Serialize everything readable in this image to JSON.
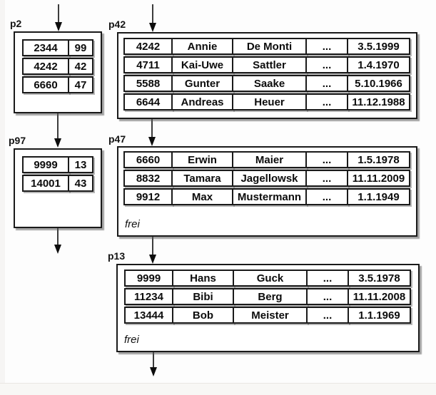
{
  "diagram": {
    "title": "linked database pages with records",
    "nodes": {
      "p2": {
        "label": "p2",
        "rows": [
          [
            "2344",
            "99"
          ],
          [
            "4242",
            "42"
          ],
          [
            "6660",
            "47"
          ]
        ]
      },
      "p42": {
        "label": "p42",
        "rows": [
          [
            "4242",
            "Annie",
            "De Monti",
            "...",
            "3.5.1999"
          ],
          [
            "4711",
            "Kai-Uwe",
            "Sattler",
            "...",
            "1.4.1970"
          ],
          [
            "5588",
            "Gunter",
            "Saake",
            "...",
            "5.10.1966"
          ],
          [
            "6644",
            "Andreas",
            "Heuer",
            "...",
            "11.12.1988"
          ]
        ]
      },
      "p97": {
        "label": "p97",
        "rows": [
          [
            "9999",
            "13"
          ],
          [
            "14001",
            "43"
          ]
        ]
      },
      "p47": {
        "label": "p47",
        "rows": [
          [
            "6660",
            "Erwin",
            "Maier",
            "...",
            "1.5.1978"
          ],
          [
            "8832",
            "Tamara",
            "Jagellowsk",
            "...",
            "11.11.2009"
          ],
          [
            "9912",
            "Max",
            "Mustermann",
            "...",
            "1.1.1949"
          ]
        ],
        "footer": "frei"
      },
      "p13": {
        "label": "p13",
        "rows": [
          [
            "9999",
            "Hans",
            "Guck",
            "...",
            "3.5.1978"
          ],
          [
            "11234",
            "Bibi",
            "Berg",
            "...",
            "11.11.2008"
          ],
          [
            "13444",
            "Bob",
            "Meister",
            "...",
            "1.1.1969"
          ]
        ],
        "footer": "frei"
      }
    },
    "edges": [
      {
        "from": "above",
        "to": "p2"
      },
      {
        "from": "above",
        "to": "p42"
      },
      {
        "from": "p2",
        "to": "p97"
      },
      {
        "from": "p42",
        "to": "p47"
      },
      {
        "from": "p97",
        "to": "below"
      },
      {
        "from": "p47",
        "to": "p13"
      },
      {
        "from": "p13",
        "to": "below"
      }
    ],
    "colors": {
      "border": "#1a1a1a",
      "shadow": "#8c8c8c",
      "arrow": "#1a1a1a",
      "background": "#fdfdfd"
    }
  }
}
